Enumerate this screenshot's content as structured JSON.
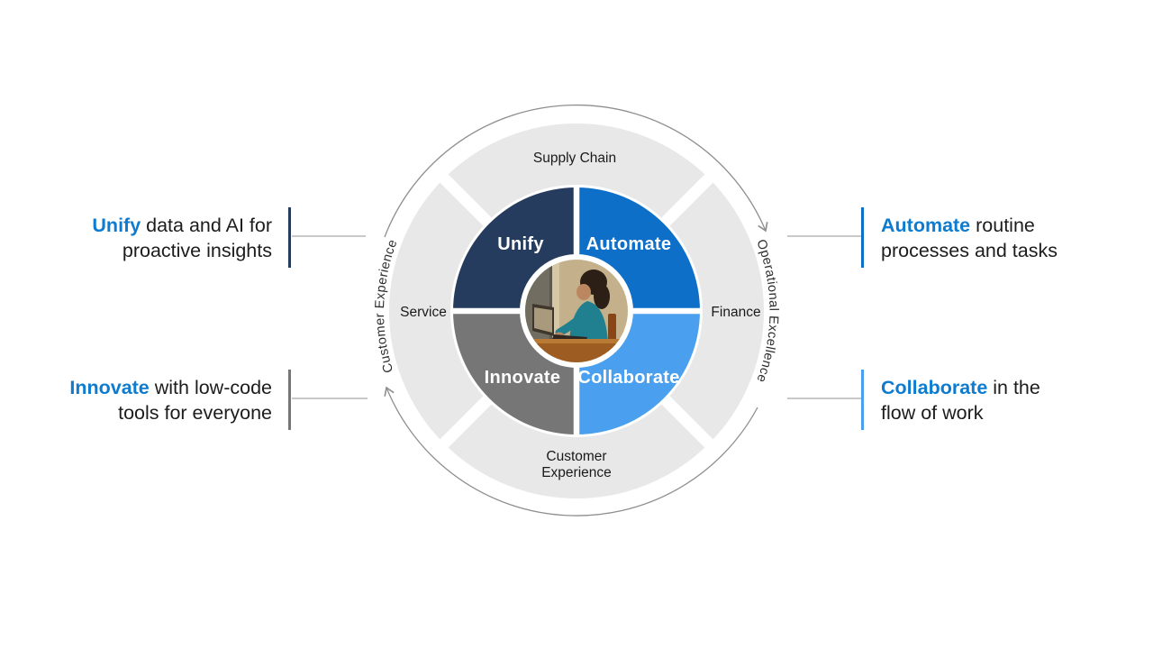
{
  "diagram": {
    "quadrants": [
      {
        "label": "Unify",
        "color": "#263c5f"
      },
      {
        "label": "Automate",
        "color": "#0e6fc8"
      },
      {
        "label": "Innovate",
        "color": "#767676"
      },
      {
        "label": "Collaborate",
        "color": "#4aa0ee"
      }
    ],
    "ring": {
      "color": "#e8e8e8",
      "top": "Supply Chain",
      "right": "Finance",
      "bottom_line1": "Customer",
      "bottom_line2": "Experience",
      "left": "Service"
    },
    "curved": {
      "left": "Customer Experience",
      "right": "Operational Excellence"
    }
  },
  "callouts": {
    "top_left": {
      "keyword": "Unify",
      "rest1": " data and AI for",
      "line2": "proactive insights",
      "accent": "#263c5f"
    },
    "top_right": {
      "keyword": "Automate",
      "rest1": " routine",
      "line2": "processes and tasks",
      "accent": "#0e6fc8"
    },
    "bottom_left": {
      "keyword": "Innovate",
      "rest1": " with low-code",
      "line2": "tools for everyone",
      "accent": "#767676"
    },
    "bottom_right": {
      "keyword": "Collaborate",
      "rest1": " in the",
      "line2": "flow of work",
      "accent": "#4aa0ee"
    }
  },
  "colors": {
    "keyword_blue": "#0d7cd0",
    "body_text": "#1c1c1c",
    "connector": "#c9c9c9",
    "arc": "#8f8f8f"
  }
}
